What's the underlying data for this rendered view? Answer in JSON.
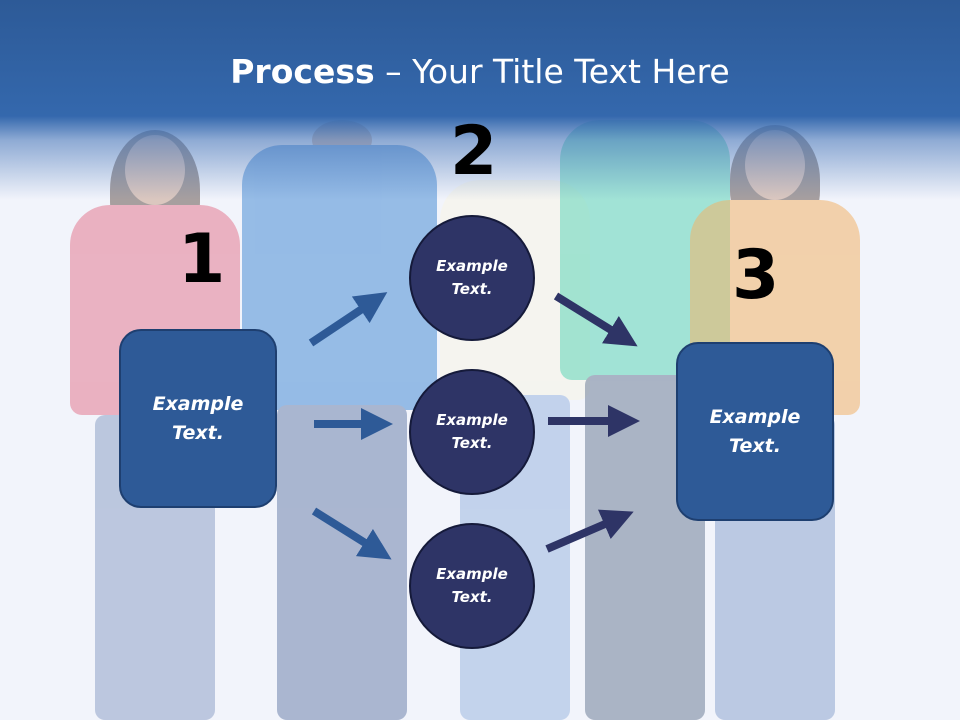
{
  "title": {
    "bold": "Process",
    "rest": " – Your Title Text Here"
  },
  "steps": {
    "one": "1",
    "two": "2",
    "three": "3"
  },
  "left_box": {
    "line1": "Example",
    "line2": "Text."
  },
  "right_box": {
    "line1": "Example",
    "line2": "Text."
  },
  "circles": [
    {
      "line1": "Example",
      "line2": "Text."
    },
    {
      "line1": "Example",
      "line2": "Text."
    },
    {
      "line1": "Example",
      "line2": "Text."
    }
  ],
  "colors": {
    "header": "#3468ad",
    "box_fill": "#2e5a97",
    "circle_fill": "#2e3466",
    "arrow_blue": "#2e5a97",
    "arrow_navy": "#2e3466"
  }
}
